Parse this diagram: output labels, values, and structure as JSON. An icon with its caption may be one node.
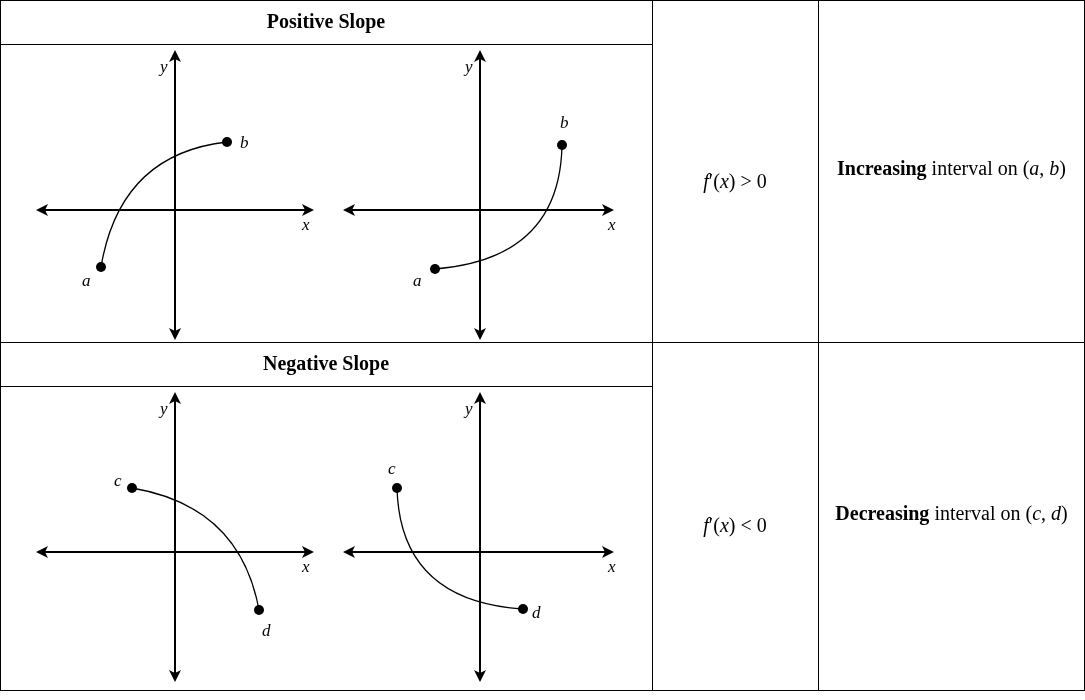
{
  "diagram": {
    "labels": [
      "Positive Slope",
      "y",
      "b",
      "x",
      "a",
      "y",
      "b",
      "x",
      "a",
      "*f*′(*x*) > 0",
      "**Increasing** interval on (*a*, *b*)",
      "Negative Slope",
      "y",
      "c",
      "x",
      "d",
      "y",
      "c",
      "x",
      "d",
      "*f*′(*x*) < 0",
      "**Decreasing** interval on (*c*, *d*)"
    ]
  }
}
